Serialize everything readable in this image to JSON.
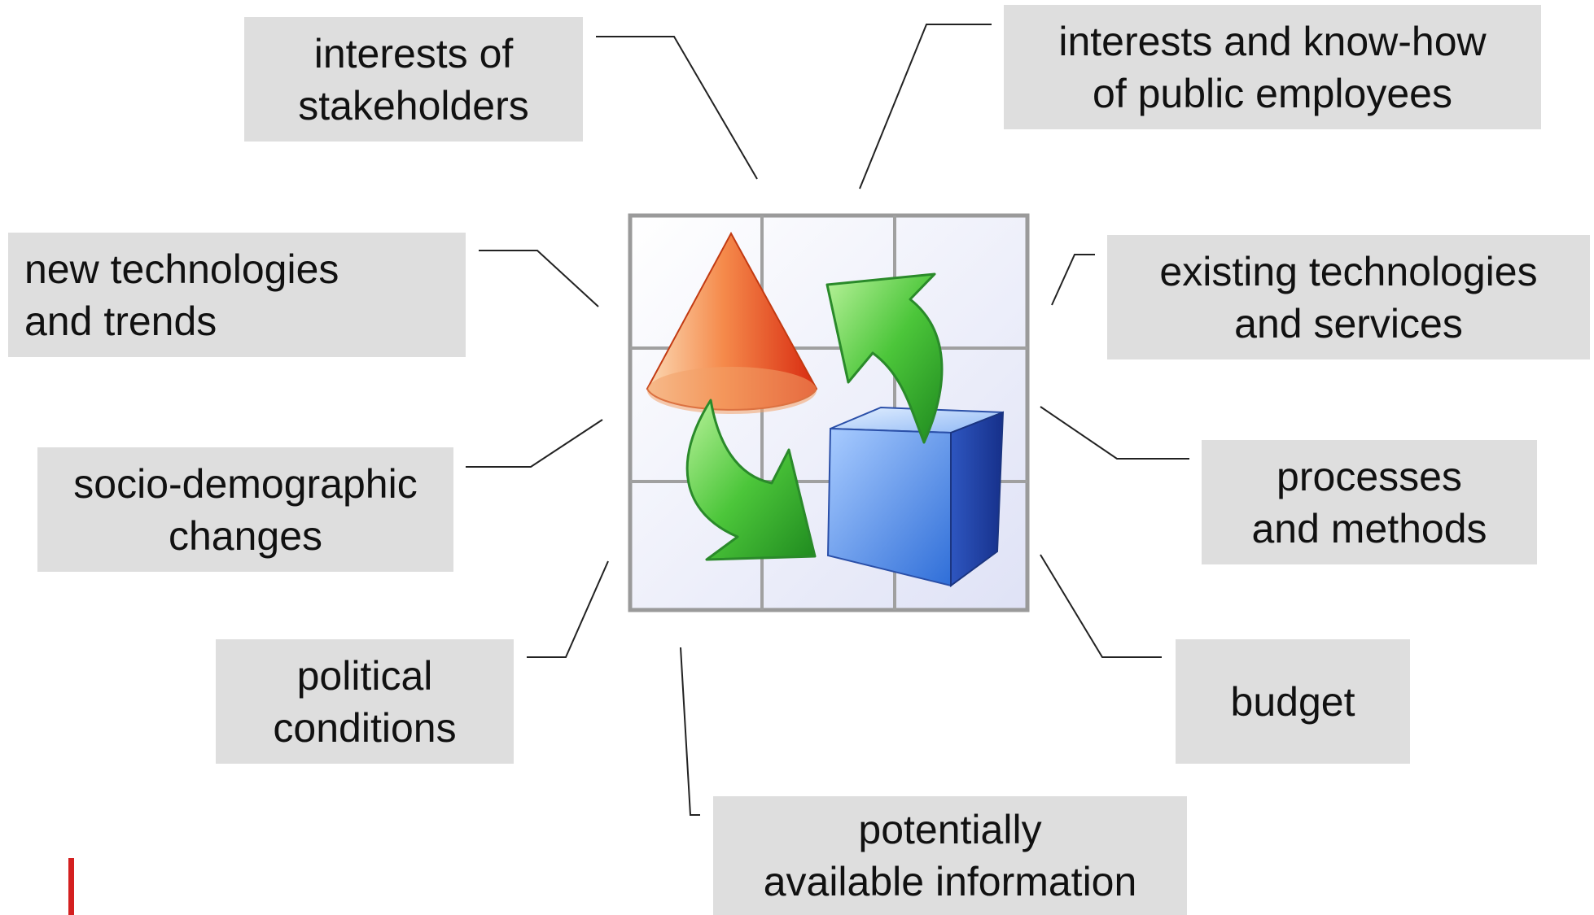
{
  "diagram": {
    "factors": [
      {
        "id": "stakeholders",
        "label": "interests of\nstakeholders"
      },
      {
        "id": "employees",
        "label": "interests and know-how\nof public employees"
      },
      {
        "id": "new-tech",
        "label": "new technologies\n      and trends"
      },
      {
        "id": "existing-tech",
        "label": "existing technologies\nand services"
      },
      {
        "id": "socio",
        "label": "socio-demographic\nchanges"
      },
      {
        "id": "processes",
        "label": "processes\nand methods"
      },
      {
        "id": "political",
        "label": "political\nconditions"
      },
      {
        "id": "budget",
        "label": "budget"
      },
      {
        "id": "information",
        "label": "potentially\navailable information"
      }
    ],
    "center_icon": "planning-cycle-icon",
    "colors": {
      "box_fill": "#dedede",
      "text": "#111111",
      "connector": "#222222",
      "accent_mark": "#d42020",
      "cone": "#ee5522",
      "arrows": "#44bb33",
      "cube": "#3377dd",
      "grid_bg": "#e8ecf8"
    }
  }
}
